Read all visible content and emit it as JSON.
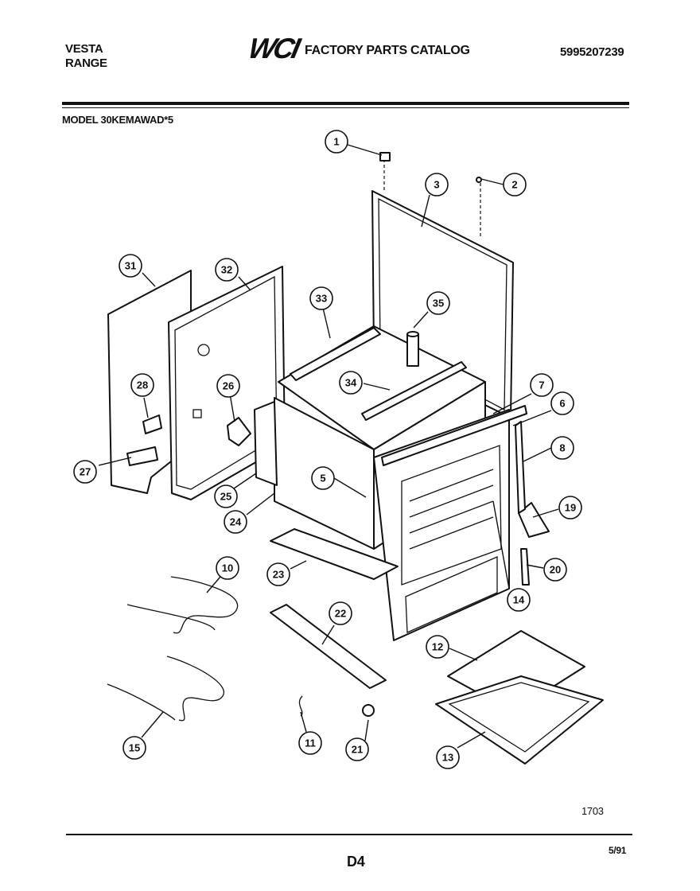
{
  "header": {
    "brand_line1": "VESTA",
    "brand_line2": "RANGE",
    "logo_text": "WCI",
    "catalog_title": "FACTORY PARTS CATALOG",
    "catalog_number": "5995207239"
  },
  "model_line": "MODEL 30KEMAWAD*5",
  "callouts": [
    "1",
    "2",
    "3",
    "5",
    "6",
    "7",
    "8",
    "10",
    "11",
    "12",
    "13",
    "14",
    "15",
    "19",
    "20",
    "21",
    "22",
    "23",
    "24",
    "25",
    "26",
    "27",
    "28",
    "31",
    "32",
    "33",
    "34",
    "35"
  ],
  "footer": {
    "diagram_code": "1703",
    "page_code": "D4",
    "date_code": "5/91"
  },
  "colors": {
    "ink": "#111111",
    "paper": "#ffffff"
  }
}
